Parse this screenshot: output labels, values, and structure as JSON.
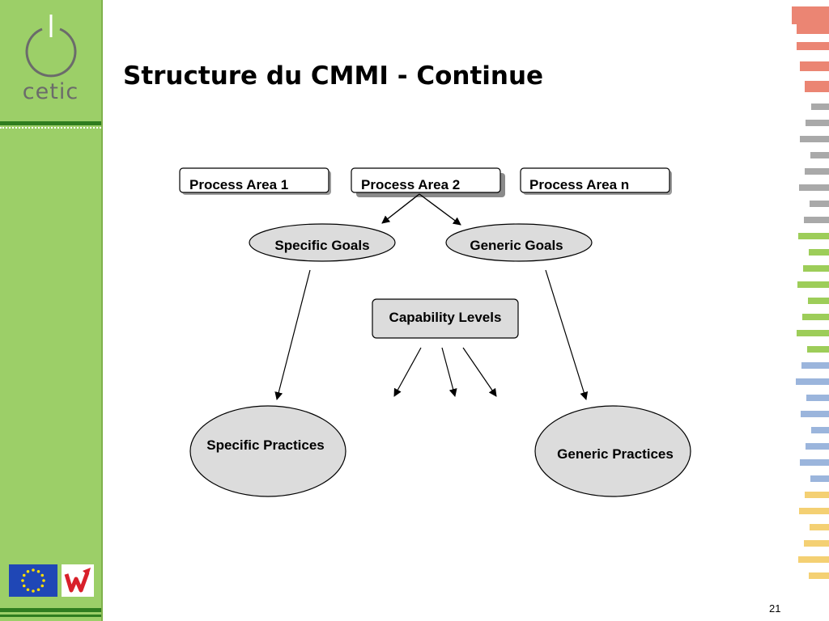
{
  "slide": {
    "title": "Structure du CMMI - Continue",
    "page_number": "21"
  },
  "sidebar": {
    "logo_text": "cetic"
  },
  "diagram": {
    "process_areas": [
      "Process Area 1",
      "Process Area 2",
      "Process Area n"
    ],
    "goals": [
      "Specific Goals",
      "Generic Goals"
    ],
    "capability_levels": "Capability Levels",
    "practices": [
      "Specific Practices",
      "Generic Practices"
    ]
  },
  "colors": {
    "sidebar_green": "#9ccf68",
    "sidebar_dark_green": "#2f7d1f",
    "node_fill": "#dcdcdc",
    "node_stroke": "#000000",
    "eu_blue": "#1f47b6",
    "deco_red": "#e8705a",
    "deco_gray": "#9a9a9a",
    "deco_green": "#8cc43c",
    "deco_blue": "#8aa8d6",
    "deco_yellow": "#f2c85a"
  }
}
